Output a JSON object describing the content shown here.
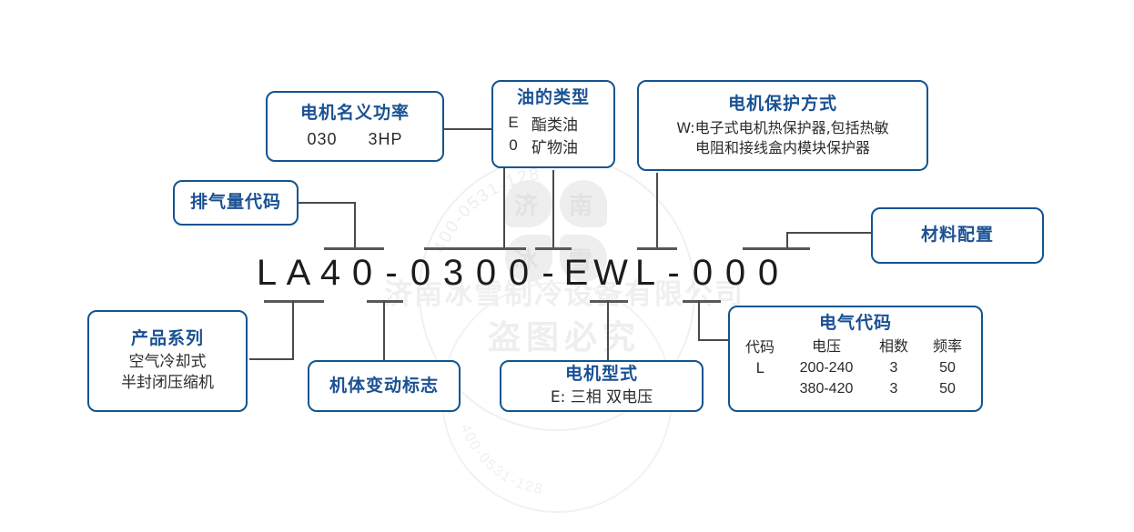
{
  "model_code": {
    "label": "compressor-model-code",
    "characters": [
      "L",
      "A",
      "4",
      "0",
      "-",
      "0",
      "3",
      "0",
      "0",
      "-",
      "E",
      "W",
      "L",
      "-",
      "0",
      "0",
      "0"
    ],
    "full": "LA40-0300-EWL-000"
  },
  "colors": {
    "border": "#12548f",
    "heading": "#1a5193",
    "body_text": "#2b2b2b",
    "connector": "#4a4a4a",
    "background": "#ffffff"
  },
  "boxes": {
    "displacement": {
      "title": "排气量代码"
    },
    "motor_power": {
      "title": "电机名义功率",
      "value_code": "030",
      "value_hp": "3HP"
    },
    "oil_type": {
      "title": "油的类型",
      "rows": [
        {
          "code": "E",
          "name": "酯类油"
        },
        {
          "code": "0",
          "name": "矿物油"
        }
      ]
    },
    "motor_protection": {
      "title": "电机保护方式",
      "line1": "W:电子式电机热保护器,包括热敏",
      "line2": "电阻和接线盒内模块保护器"
    },
    "material_config": {
      "title": "材料配置"
    },
    "product_series": {
      "title": "产品系列",
      "line1": "空气冷却式",
      "line2": "半封闭压缩机"
    },
    "body_change": {
      "title": "机体变动标志"
    },
    "motor_type": {
      "title": "电机型式",
      "line1": "E: 三相 双电压"
    },
    "electrical_code": {
      "title": "电气代码",
      "headers": [
        "代码",
        "电压",
        "相数",
        "频率"
      ],
      "rows": [
        [
          "L",
          "200-240",
          "3",
          "50"
        ],
        [
          "",
          "380-420",
          "3",
          "50"
        ]
      ]
    }
  },
  "watermark": {
    "arc_top": "400-0531-128",
    "arc_bottom": "400-0531-128",
    "company": "济南冰雪制冷设备有限公司",
    "notice": "盗图必究",
    "logo_chars": [
      "济",
      "南",
      "冰",
      "雪"
    ]
  }
}
